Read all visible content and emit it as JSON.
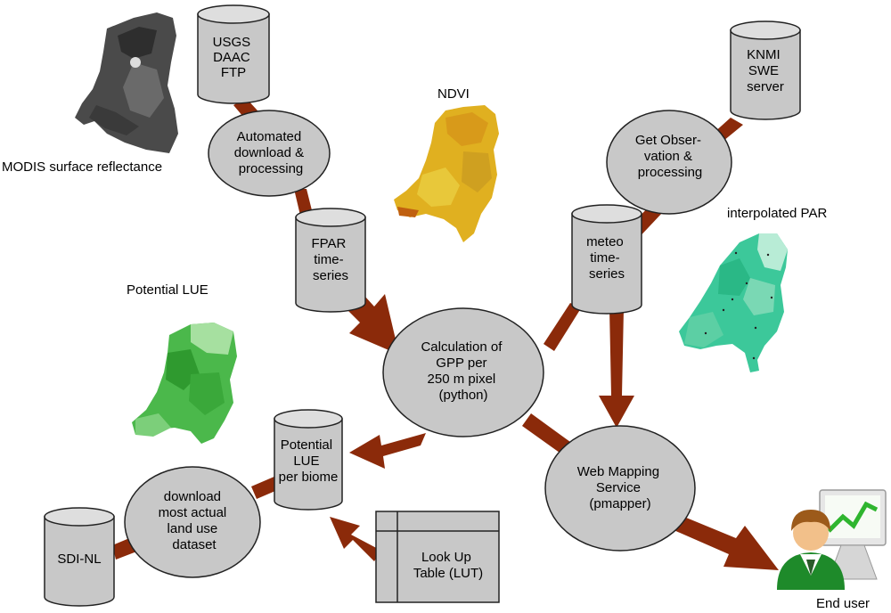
{
  "colors": {
    "arrow": "#8b2a0a",
    "shape_fill": "#c8c8c8",
    "shape_stroke": "#222222",
    "ndvi": "#e0b020",
    "par": "#3cc89a",
    "lue": "#4bb84b",
    "modis": "#555555"
  },
  "nodes": {
    "usgs": [
      "USGS",
      "DAAC",
      "FTP"
    ],
    "auto": [
      "Automated",
      "download &",
      "processing"
    ],
    "fpar": [
      "FPAR",
      "time-",
      "series"
    ],
    "knmi": [
      "KNMI",
      "SWE",
      "server"
    ],
    "obs": [
      "Get Obser-",
      "vation &",
      "processing"
    ],
    "meteo": [
      "meteo",
      "time-",
      "series"
    ],
    "calc": [
      "Calculation of",
      "GPP per",
      "250 m pixel",
      "(python)"
    ],
    "wms": [
      "Web Mapping",
      "Service",
      "(pmapper)"
    ],
    "lue": [
      "Potential",
      "LUE",
      "per biome"
    ],
    "dl": [
      "download",
      "most actual",
      "land use",
      "dataset"
    ],
    "sdi": [
      "SDI-NL"
    ],
    "lut": [
      "Look Up",
      "Table (LUT)"
    ]
  },
  "captions": {
    "modis": "MODIS surface reflectance",
    "ndvi": "NDVI",
    "par": "interpolated PAR",
    "lue": "Potential LUE",
    "end_user": "End user"
  },
  "icons": [
    "netherlands-map-icon",
    "end-user-icon",
    "monitor-chart-icon"
  ]
}
